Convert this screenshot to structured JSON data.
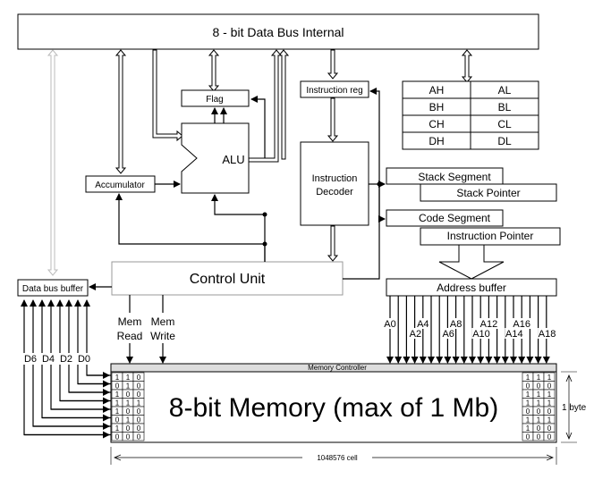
{
  "bus": {
    "title": "8 - bit Data Bus Internal"
  },
  "blocks": {
    "flag": "Flag",
    "alu": "ALU",
    "accumulator": "Accumulator",
    "instruction_reg": "Instruction reg",
    "instruction_decoder": [
      "Instruction",
      "Decoder"
    ],
    "control_unit": "Control Unit",
    "data_bus_buffer": "Data bus buffer",
    "address_buffer": "Address buffer",
    "memory_controller": "Memory Controller",
    "memory": "8-bit Memory (max of 1 Mb)"
  },
  "registers": [
    [
      "AH",
      "AL"
    ],
    [
      "BH",
      "BL"
    ],
    [
      "CH",
      "CL"
    ],
    [
      "DH",
      "DL"
    ]
  ],
  "segments": {
    "stack_segment": "Stack Segment",
    "stack_pointer": "Stack Pointer",
    "code_segment": "Code Segment",
    "instruction_pointer": "Instruction Pointer"
  },
  "signals": {
    "mem_read": [
      "Mem",
      "Read"
    ],
    "mem_write": [
      "Mem",
      "Write"
    ]
  },
  "data_lines": [
    "D6",
    "D4",
    "D2",
    "D0"
  ],
  "address_lines": [
    {
      "label": "A0",
      "row": 0
    },
    {
      "label": "A2",
      "row": 1
    },
    {
      "label": "A4",
      "row": 0
    },
    {
      "label": "A6",
      "row": 1
    },
    {
      "label": "A8",
      "row": 0
    },
    {
      "label": "A10",
      "row": 1
    },
    {
      "label": "A12",
      "row": 0
    },
    {
      "label": "A14",
      "row": 1
    },
    {
      "label": "A16",
      "row": 0
    },
    {
      "label": "A18",
      "row": 1
    }
  ],
  "memory_bits_left": [
    "110",
    "010",
    "100",
    "111",
    "100",
    "010",
    "100",
    "000"
  ],
  "memory_bits_right": [
    "111",
    "000",
    "111",
    "111",
    "000",
    "111",
    "100",
    "000"
  ],
  "dimensions": {
    "height": "1 byte",
    "width": "1048576 cell"
  }
}
